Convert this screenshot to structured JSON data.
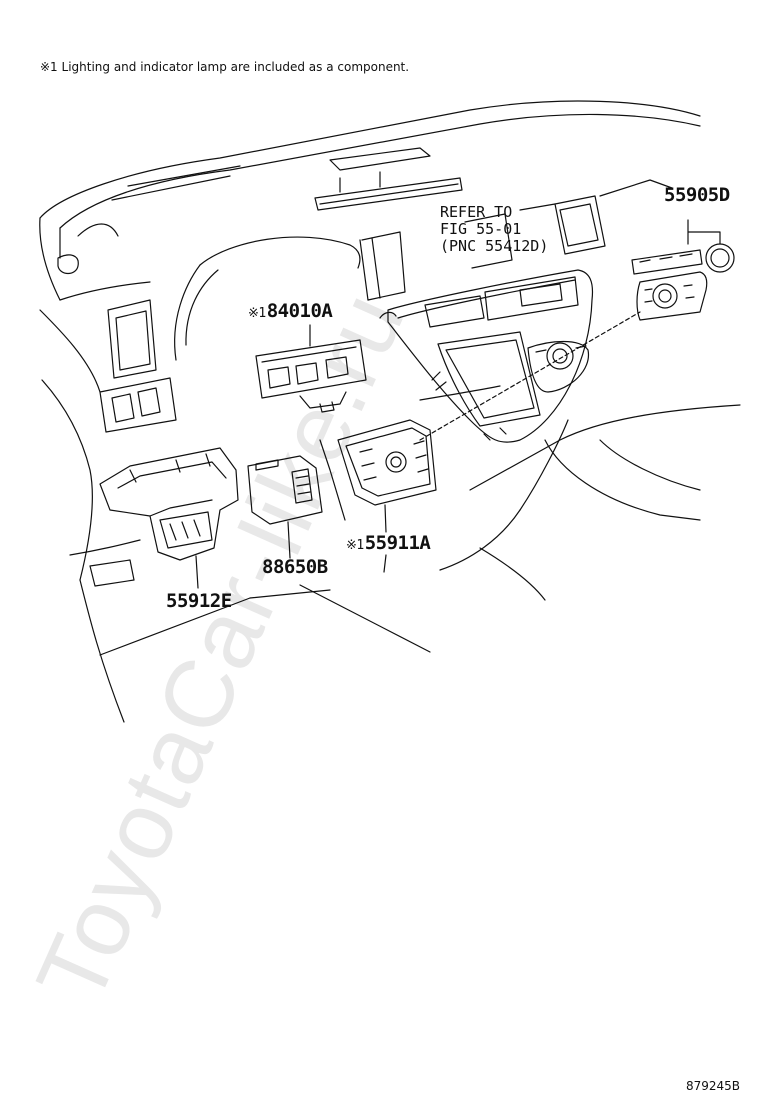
{
  "note": "※1 Lighting and indicator lamp are included as a component.",
  "watermark": "ToyotaCar-Iike.ru",
  "drawing_code": "879245B",
  "refer": [
    "REFER TO",
    "FIG 55-01",
    "(PNC 55412D)"
  ],
  "parts": {
    "p55905D": "55905D",
    "p84010A_mark": "※1",
    "p84010A": "84010A",
    "p55911A_mark": "※1",
    "p55911A": "55911A",
    "p88650B": "88650B",
    "p55912E": "55912E"
  },
  "colors": {
    "line": "#111111",
    "watermark": "#e6e6e6"
  }
}
